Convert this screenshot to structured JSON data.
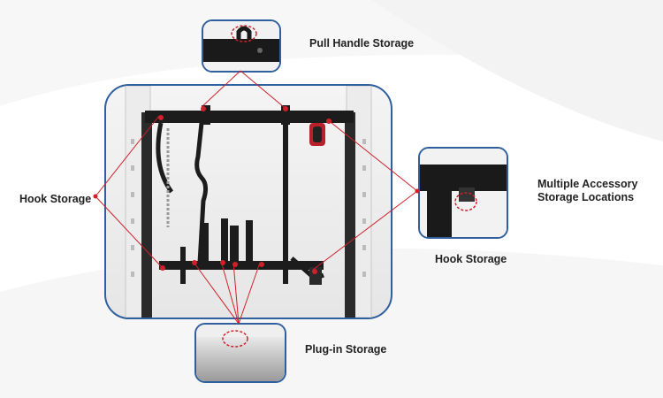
{
  "labels": {
    "pull_handle_storage": "Pull Handle Storage",
    "hook_storage_left": "Hook Storage",
    "multiple_accessory_line1": "Multiple Accessory",
    "multiple_accessory_line2": "Storage Locations",
    "hook_storage_right": "Hook Storage",
    "plug_in_storage": "Plug-in Storage"
  },
  "colors": {
    "frame_border": "#2f5f9e",
    "callout_line": "#d0202a",
    "rack_metal": "#1c1c1c"
  }
}
